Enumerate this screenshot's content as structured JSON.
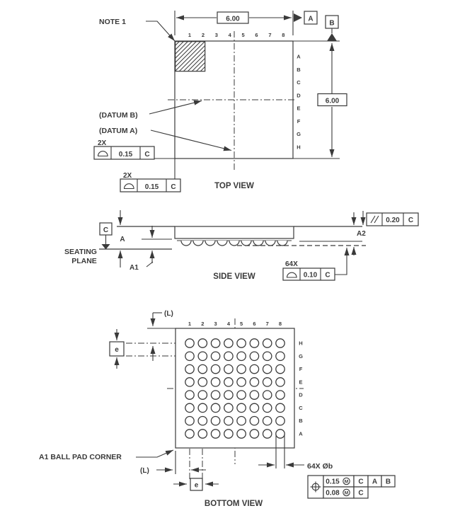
{
  "top_view": {
    "title": "TOP VIEW",
    "note_label": "NOTE 1",
    "datum_b_callout": "(DATUM B)",
    "datum_a_callout": "(DATUM A)",
    "datum_flag_a": "A",
    "datum_flag_b": "B",
    "width_dim": "6.00",
    "height_dim": "6.00",
    "columns": [
      "1",
      "2",
      "3",
      "4",
      "5",
      "6",
      "7",
      "8"
    ],
    "rows": [
      "A",
      "B",
      "C",
      "D",
      "E",
      "F",
      "G",
      "H"
    ],
    "profile_frames": [
      {
        "count": "2X",
        "symbol": "profile-of-a-surface",
        "tolerance": "0.15",
        "datum": "C"
      },
      {
        "count": "2X",
        "symbol": "profile-of-a-surface",
        "tolerance": "0.15",
        "datum": "C"
      }
    ]
  },
  "side_view": {
    "title": "SIDE VIEW",
    "seating_plane_label_1": "SEATING",
    "seating_plane_label_2": "PLANE",
    "datum_flag_c": "C",
    "dim_a": "A",
    "dim_a1": "A1",
    "dim_a2": "A2",
    "parallelism_frame": {
      "symbol": "parallelism",
      "tolerance": "0.20",
      "datum": "C"
    },
    "ball_coplanarity": {
      "count": "64X",
      "symbol": "profile-of-a-surface",
      "tolerance": "0.10",
      "datum": "C"
    }
  },
  "bottom_view": {
    "title": "BOTTOM VIEW",
    "corner_callout": "A1 BALL PAD CORNER",
    "pitch_label": "e",
    "edge_offset_label": "(L)",
    "columns": [
      "1",
      "2",
      "3",
      "4",
      "5",
      "6",
      "7",
      "8"
    ],
    "rows": [
      "H",
      "G",
      "F",
      "E",
      "D",
      "C",
      "B",
      "A"
    ],
    "ball_count_dia": "64X Øb",
    "grid": {
      "cols": 8,
      "rows": 8
    },
    "position_frame": {
      "symbol": "true-position",
      "rows": [
        {
          "tolerance": "0.15",
          "modifier": "M",
          "datums": [
            "C",
            "A",
            "B"
          ]
        },
        {
          "tolerance": "0.08",
          "modifier": "M",
          "datums": [
            "C"
          ]
        }
      ]
    }
  },
  "colors": {
    "line": "#3a3a3a",
    "background": "#ffffff"
  }
}
